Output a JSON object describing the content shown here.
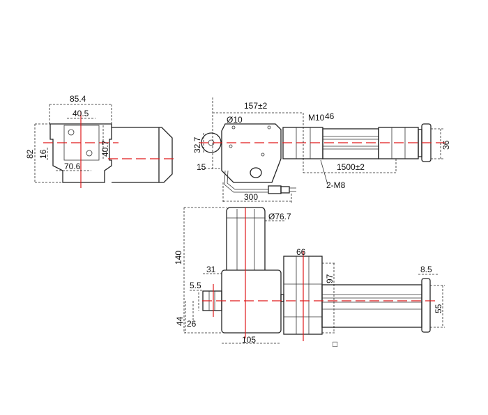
{
  "colors": {
    "outline": "#222222",
    "centerline": "#e0191b",
    "background": "#ffffff"
  },
  "side_view": {
    "width_label": "85.4",
    "inner_width_label": "40.5",
    "height_label": "82",
    "small_height_label": "16",
    "inner_height_label": "40.7",
    "bottom_width_label": "70.6"
  },
  "top_view": {
    "length_label": "157±2",
    "hole_label": "Ø10",
    "thread_label": "M10",
    "thread_offset_label": "46",
    "eye_height_label": "32.7",
    "offset_label": "15",
    "stroke_label": "1500±2",
    "bolts_label": "2-M8",
    "rod_height_label": "36",
    "cable_label": "300"
  },
  "front_view": {
    "motor_diameter_label": "Ø76.7",
    "motor_height_label": "140",
    "gear_width_label": "66",
    "gear_height_label": "97",
    "shaft_label": "31",
    "shaft_small_label": "5.5",
    "base_label": "44",
    "shaft_offset_label": "26",
    "body_width_label": "105",
    "cap_label": "8.5",
    "rod_label": "55",
    "marker_label": "□"
  }
}
